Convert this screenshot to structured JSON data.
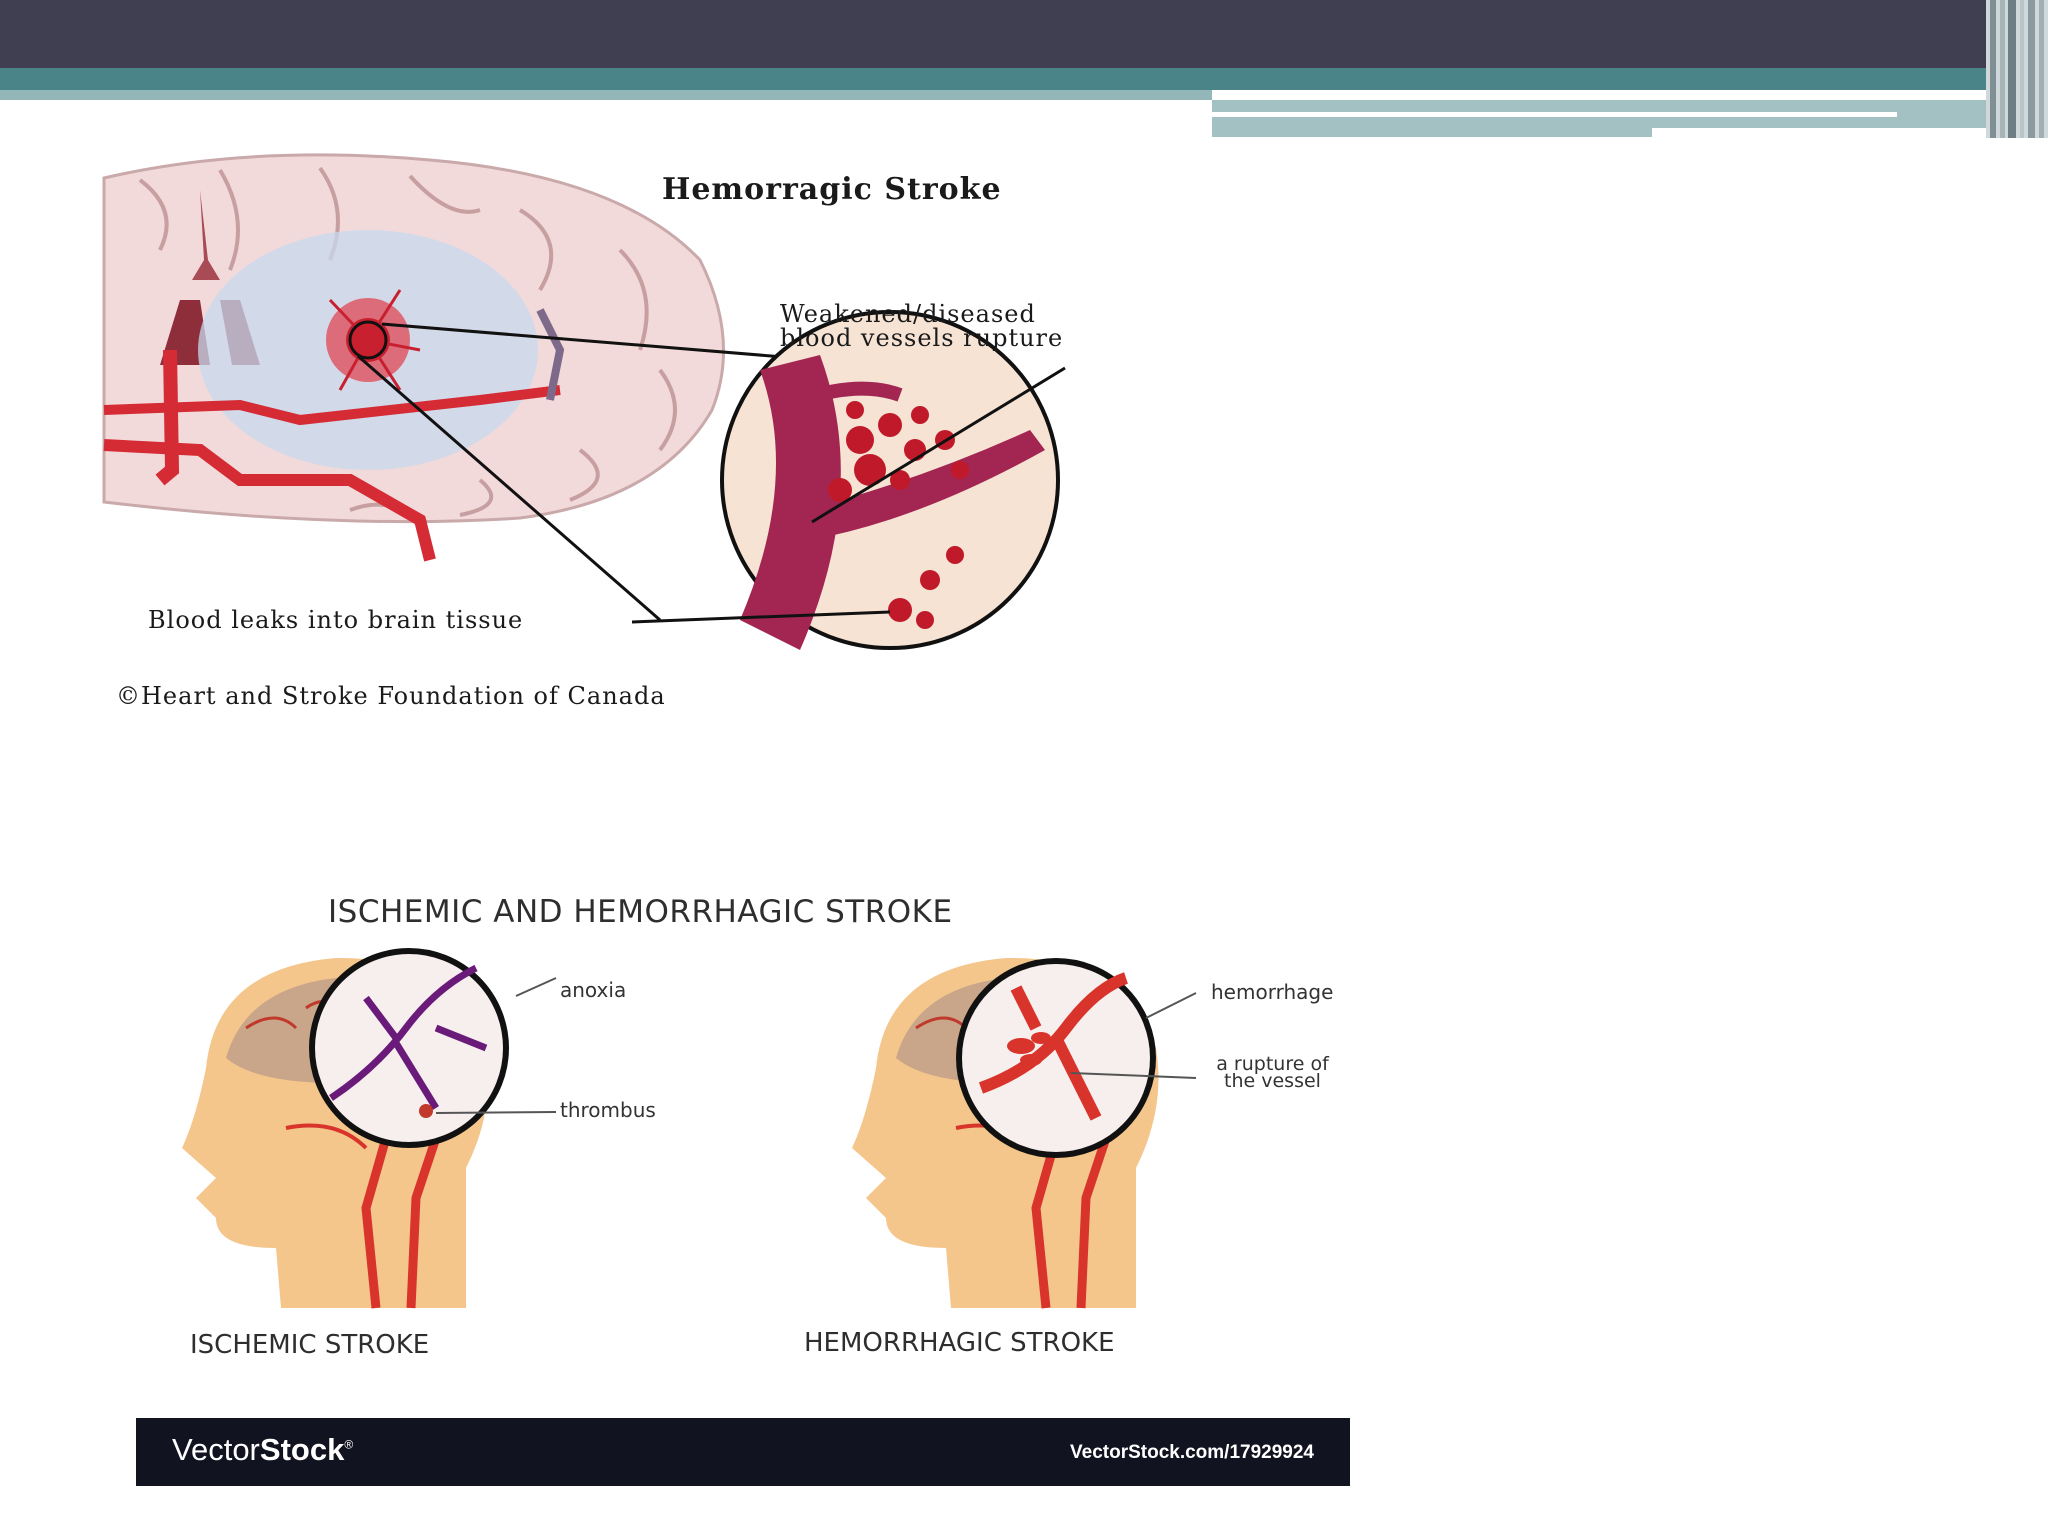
{
  "slide": {
    "colors": {
      "header_dark": "#403f52",
      "header_teal": "#4a8489",
      "header_light": "#93b6b8"
    }
  },
  "figure_top": {
    "title": "Hemorragic Stroke",
    "label_rupture_line1": "Weakened/diseased",
    "label_rupture_line2": "blood vessels rupture",
    "label_leak": "Blood leaks into brain tissue",
    "credit": "©Heart and Stroke Foundation of Canada"
  },
  "figure_bottom": {
    "title": "ISCHEMIC AND HEMORRHAGIC STROKE",
    "label_anoxia": "anoxia",
    "label_thrombus": "thrombus",
    "label_hemorrhage": "hemorrhage",
    "label_rupture": "a rupture of the vessel",
    "caption_left": "ISCHEMIC STROKE",
    "caption_right": "HEMORRHAGIC STROKE",
    "watermark_brand_a": "Vector",
    "watermark_brand_b": "Stock",
    "watermark_mark": "®",
    "watermark_url": "VectorStock.com/17929924"
  }
}
